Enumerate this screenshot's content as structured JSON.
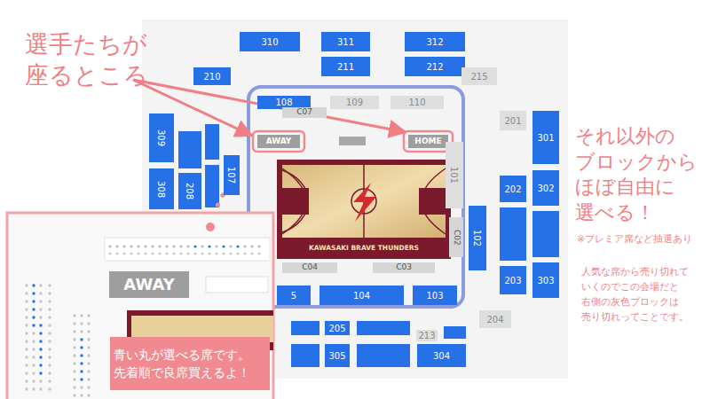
{
  "diagram": {
    "nodes": [
      {
        "text": [
          "310"
        ]
      },
      {
        "text": [
          "311"
        ]
      },
      {
        "text": [
          "312"
        ]
      },
      {
        "text": [
          "210"
        ]
      },
      {
        "text": [
          "211"
        ]
      },
      {
        "text": [
          "212"
        ]
      },
      {
        "text": [
          "215"
        ]
      },
      {
        "text": [
          "108"
        ]
      },
      {
        "text": [
          "109"
        ]
      },
      {
        "text": [
          "110"
        ]
      },
      {
        "text": [
          "C07"
        ]
      },
      {
        "text": [
          "AWAY"
        ]
      },
      {
        "text": [
          "HOME"
        ]
      },
      {
        "text": [
          "309"
        ]
      },
      {
        "text": [
          "201"
        ]
      },
      {
        "text": [
          "301"
        ]
      },
      {
        "text": [
          "107"
        ]
      },
      {
        "text": [
          "101"
        ]
      },
      {
        "text": [
          "308"
        ]
      },
      {
        "text": [
          "208"
        ]
      },
      {
        "text": [
          "202"
        ]
      },
      {
        "text": [
          "302"
        ]
      },
      {
        "text": [
          "102"
        ]
      },
      {
        "text": [
          "C02"
        ]
      },
      {
        "text": [
          "KAWASAKI BRAVE THUNDERS"
        ]
      },
      {
        "text": [
          "C04"
        ]
      },
      {
        "text": [
          "C03"
        ]
      },
      {
        "text": [
          "203"
        ]
      },
      {
        "text": [
          "303"
        ]
      },
      {
        "text": [
          "5"
        ]
      },
      {
        "text": [
          "104"
        ]
      },
      {
        "text": [
          "103"
        ]
      },
      {
        "text": [
          "204"
        ]
      },
      {
        "text": [
          "205"
        ]
      },
      {
        "text": [
          "213"
        ]
      },
      {
        "text": [
          "305"
        ]
      },
      {
        "text": [
          "304"
        ]
      },
      {
        "text": [
          "AWAY"
        ]
      },
      {
        "text": [
          "青い丸が選べる席です。 先着順で良席買えるよ！"
        ]
      }
    ],
    "labels": [
      "選手たちが 座るところ",
      "それ以外の ブロックから ほぼ自由に 選べる！",
      "※プレミア席など抽選あり",
      "人気な席から売り切れて いくのでこの会場だと 右側の灰色ブロックは 売り切れってことです。"
    ]
  }
}
